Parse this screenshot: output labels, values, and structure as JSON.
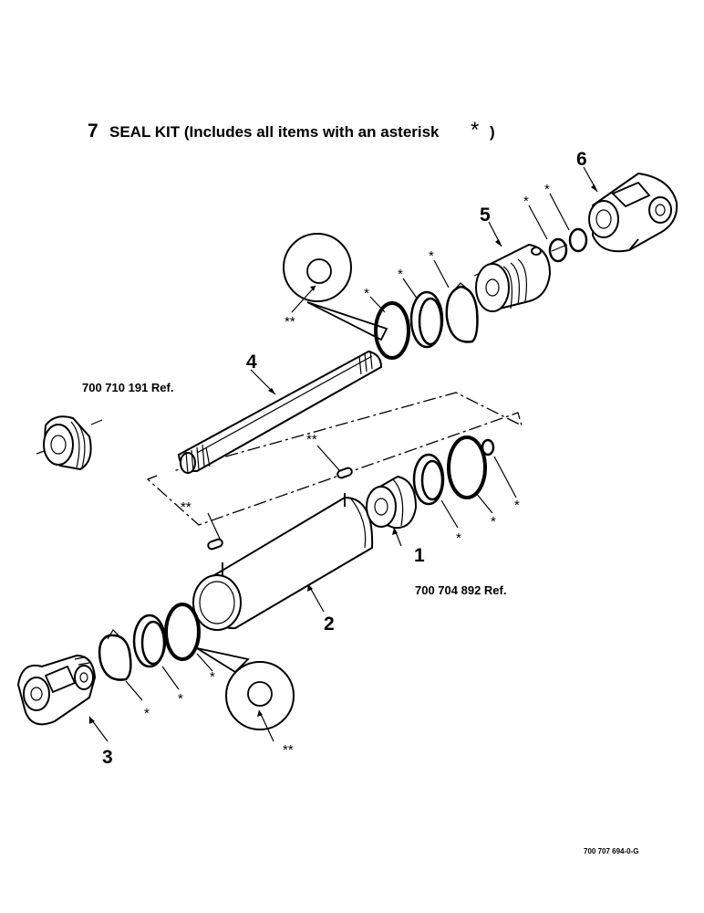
{
  "title": {
    "number": "7",
    "text": "SEAL KIT  (Includes all items with an asterisk",
    "star": "*",
    "close": ")"
  },
  "callouts": {
    "c1": "1",
    "c2": "2",
    "c3": "3",
    "c4": "4",
    "c5": "5",
    "c6": "6"
  },
  "refs": {
    "r1": "700 710 191 Ref.",
    "r2": "700 704 892 Ref."
  },
  "marks": {
    "single": "*",
    "double": "**"
  },
  "drawing_number": "700 707 694-0-G"
}
